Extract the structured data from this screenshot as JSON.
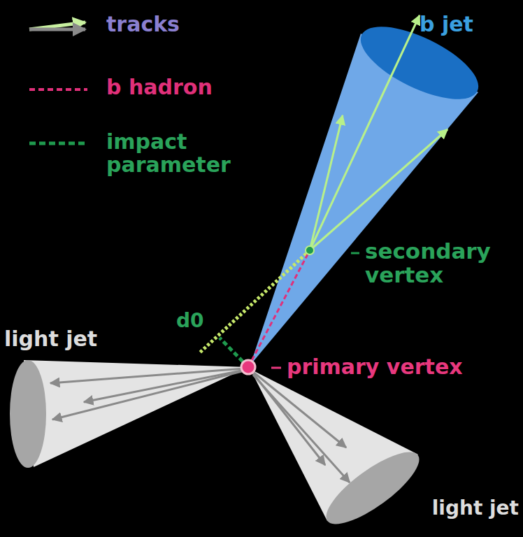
{
  "diagram": {
    "labels": [
      "b jet",
      "secondary vertex",
      "d0",
      "primary vertex",
      "light jet",
      "light jet"
    ],
    "legend": [
      {
        "text": "tracks"
      },
      {
        "text": "b hadron"
      },
      {
        "text": "impact parameter"
      }
    ]
  }
}
